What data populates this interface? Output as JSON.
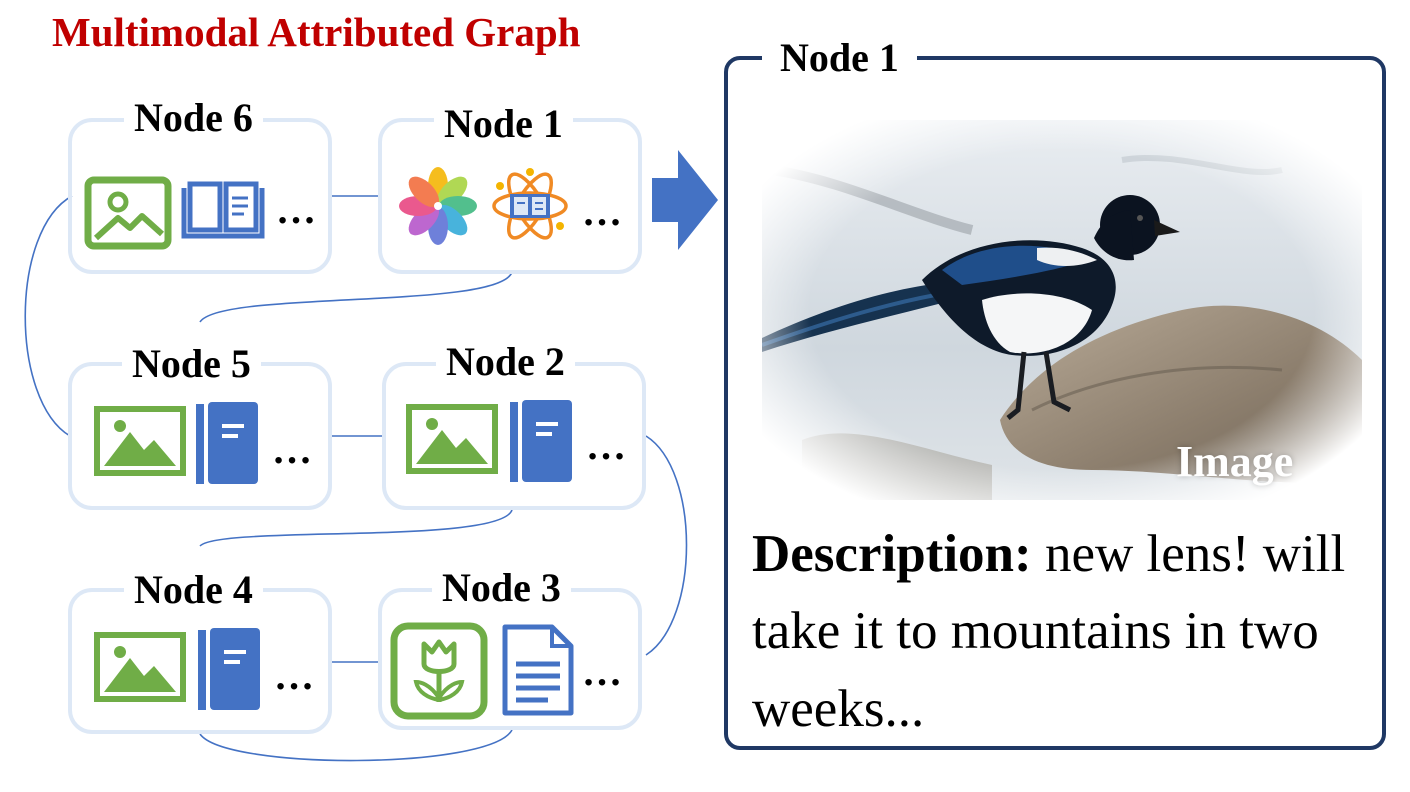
{
  "graph": {
    "title": "Multimodal Attributed Graph",
    "nodes": [
      {
        "label": "Node 6",
        "ellipsis": "…"
      },
      {
        "label": "Node 1",
        "ellipsis": "…"
      },
      {
        "label": "Node 5",
        "ellipsis": "…"
      },
      {
        "label": "Node 2",
        "ellipsis": "…"
      },
      {
        "label": "Node 4",
        "ellipsis": "…"
      },
      {
        "label": "Node 3",
        "ellipsis": "…"
      }
    ]
  },
  "detail": {
    "title": "Node 1",
    "image_label": "Image",
    "description_label": "Description:",
    "description_text": "new lens! will take it to mountains in two weeks..."
  },
  "colors": {
    "title_red": "#c00000",
    "node_border": "#dde8f6",
    "edge_blue": "#4472c4",
    "icon_green": "#70ad47",
    "icon_blue": "#4472c4",
    "frame_navy": "#1f3864"
  }
}
